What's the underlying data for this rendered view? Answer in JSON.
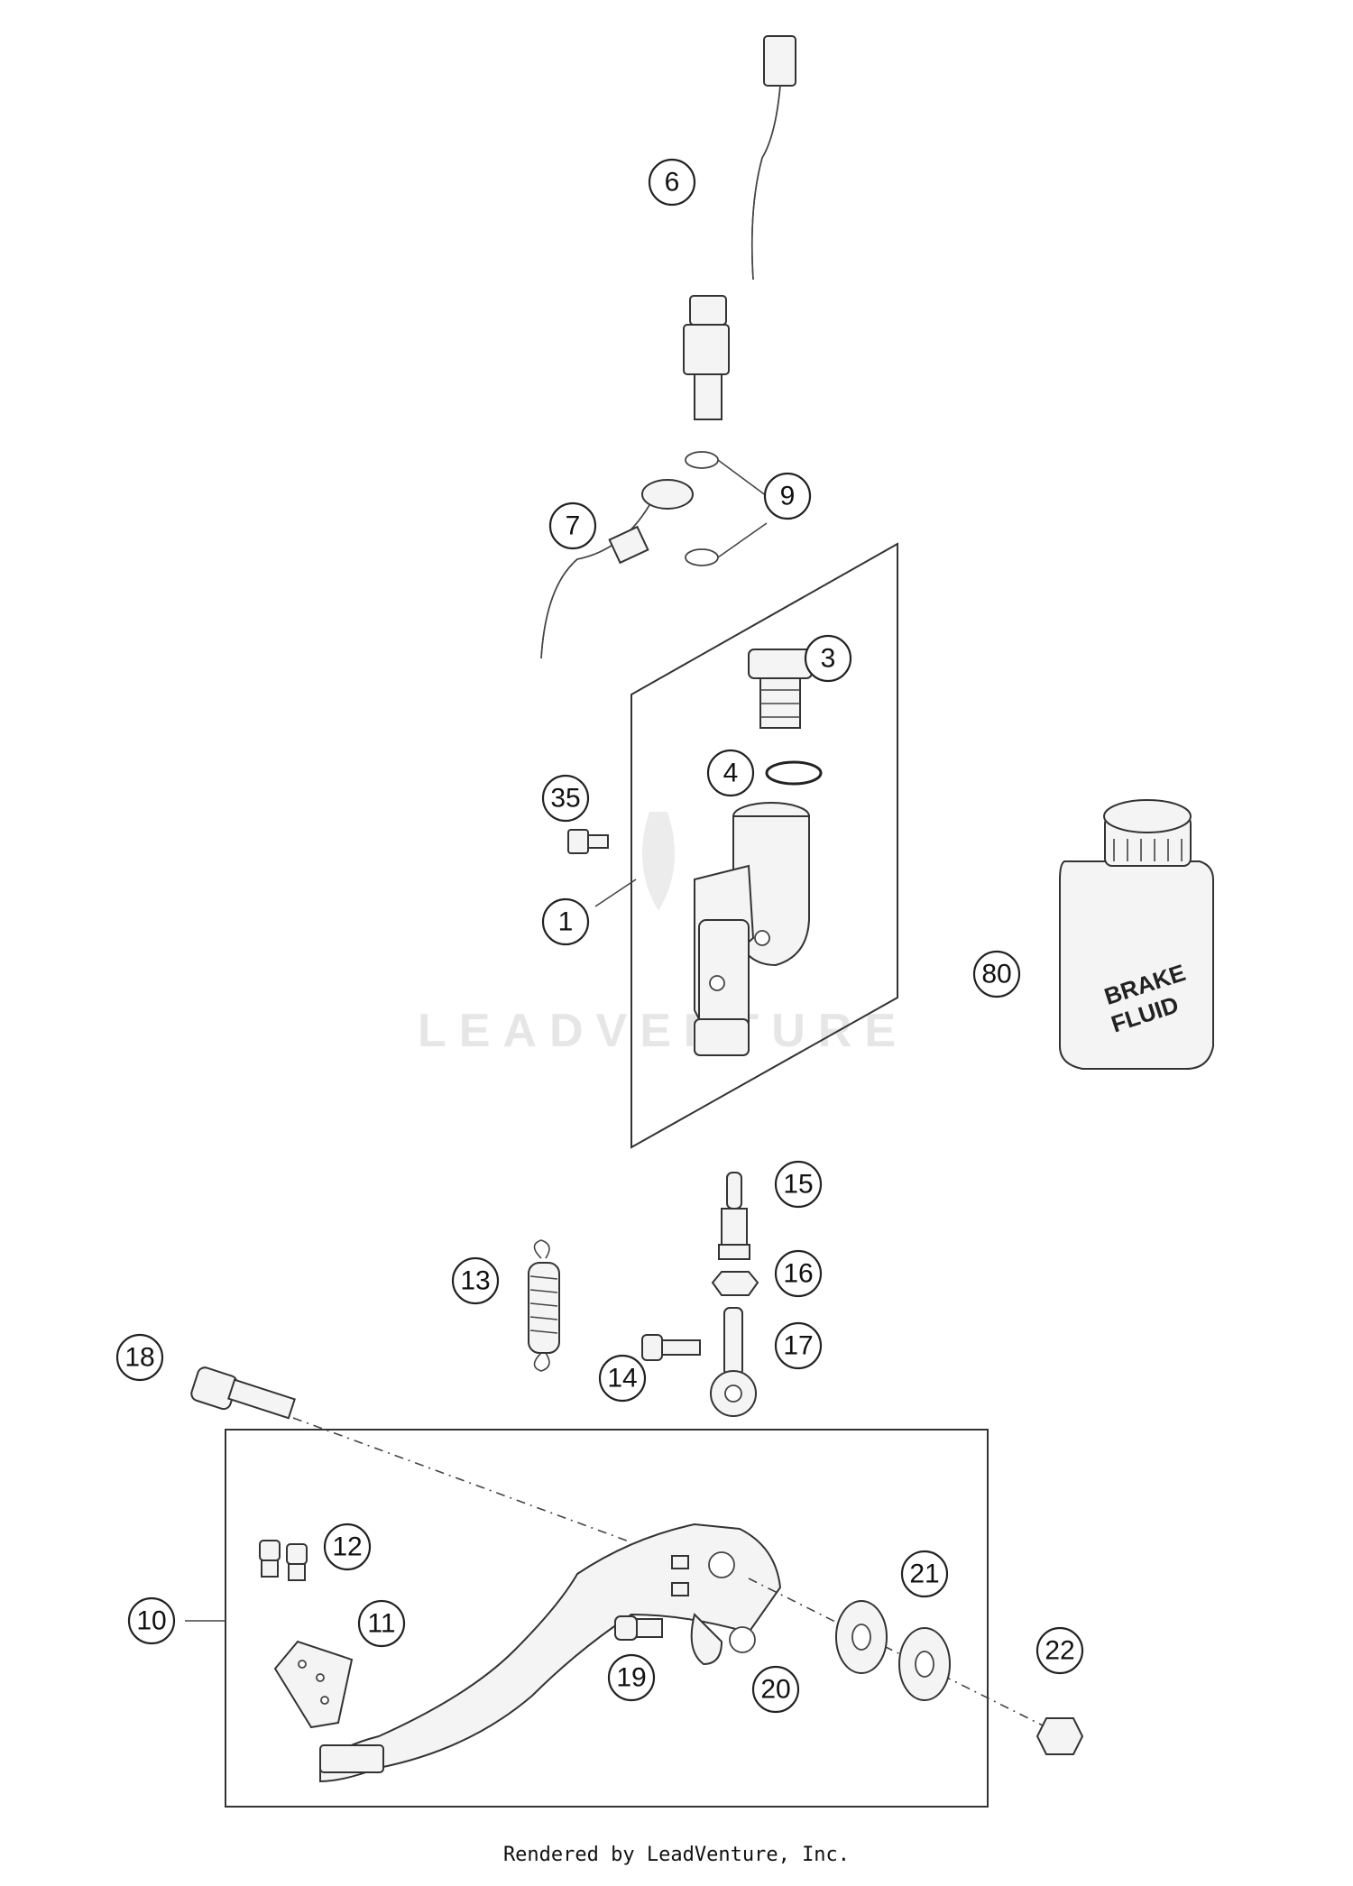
{
  "diagram": {
    "callouts": [
      "6",
      "9",
      "7",
      "3",
      "4",
      "35",
      "1",
      "80",
      "15",
      "16",
      "13",
      "17",
      "14",
      "18",
      "12",
      "21",
      "10",
      "11",
      "22",
      "19",
      "20"
    ],
    "watermark": "LEADVENTURE",
    "bottle_label_line1": "BRAKE",
    "bottle_label_line2": "FLUID"
  },
  "footer": {
    "credit": "Rendered by LeadVenture, Inc."
  }
}
